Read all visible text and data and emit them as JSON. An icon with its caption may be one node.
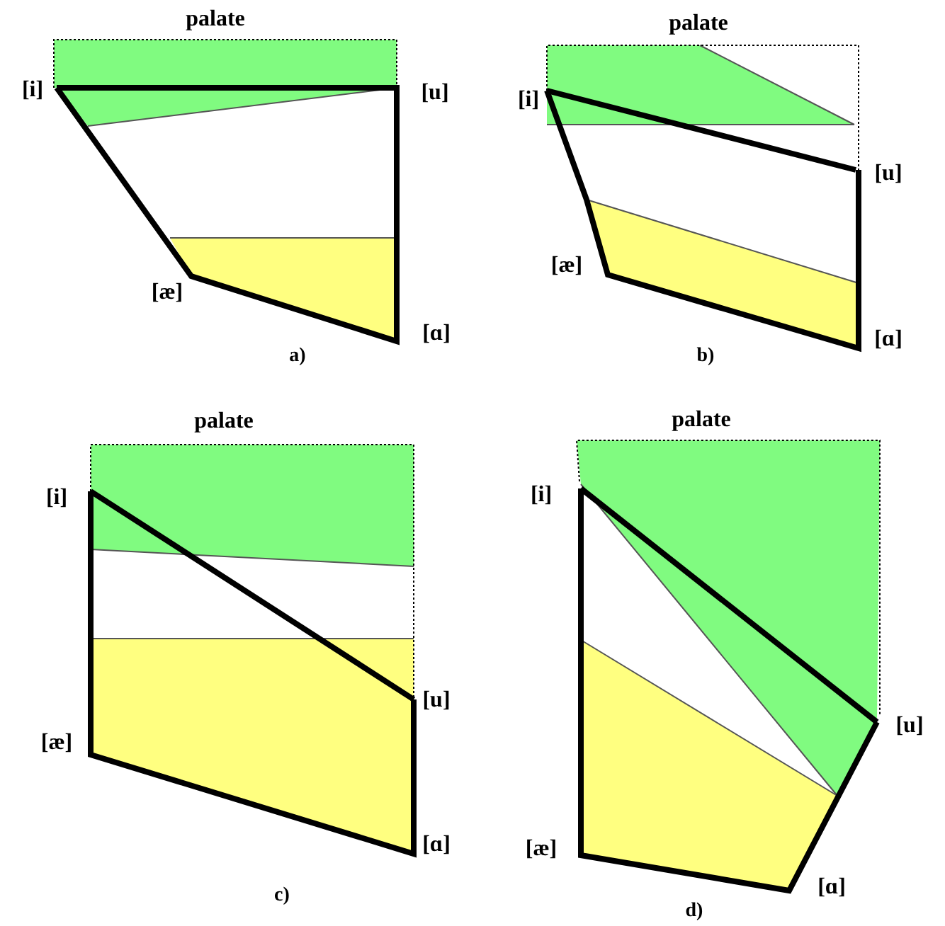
{
  "diagram": {
    "labels": [
      "palate",
      "[i]",
      "[u]",
      "[æ]",
      "[ɑ]",
      "a)",
      "palate",
      "[i]",
      "[u]",
      "[æ]",
      "[ɑ]",
      "b)",
      "palate",
      "[i]",
      "[u]",
      "[æ]",
      "[ɑ]",
      "c)",
      "palate",
      "[i]",
      "[u]",
      "[æ]",
      "[ɑ]",
      "d)"
    ]
  }
}
